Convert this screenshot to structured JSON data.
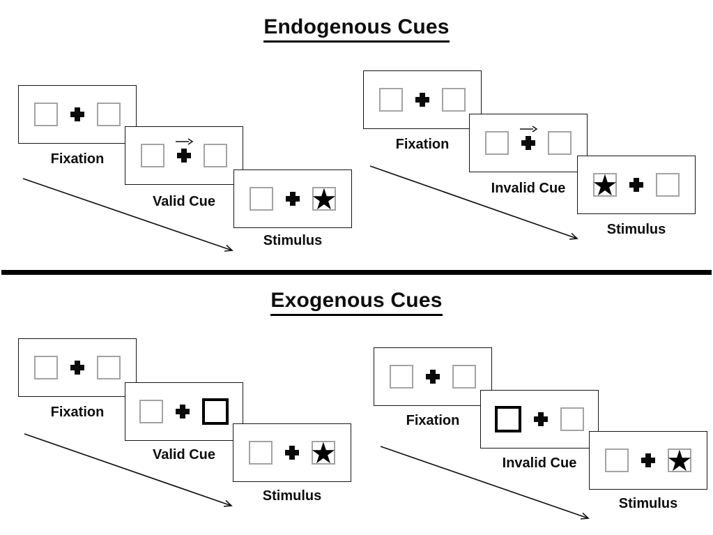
{
  "sections": [
    {
      "title": "Endogenous Cues",
      "panels": [
        {
          "name": "valid-trial",
          "cue_type": "central-arrow",
          "cue_arrow_direction": "right",
          "target_star_side": "right",
          "cards": [
            {
              "label": "Fixation"
            },
            {
              "label": "Valid Cue"
            },
            {
              "label": "Stimulus"
            }
          ]
        },
        {
          "name": "invalid-trial",
          "cue_type": "central-arrow",
          "cue_arrow_direction": "right",
          "target_star_side": "left",
          "cards": [
            {
              "label": "Fixation"
            },
            {
              "label": "Invalid Cue"
            },
            {
              "label": "Stimulus"
            }
          ]
        }
      ]
    },
    {
      "title": "Exogenous Cues",
      "panels": [
        {
          "name": "valid-trial",
          "cue_type": "peripheral-bold-box",
          "cued_box_side": "right",
          "target_star_side": "right",
          "cards": [
            {
              "label": "Fixation"
            },
            {
              "label": "Valid Cue"
            },
            {
              "label": "Stimulus"
            }
          ]
        },
        {
          "name": "invalid-trial",
          "cue_type": "peripheral-bold-box",
          "cued_box_side": "left",
          "target_star_side": "right",
          "cards": [
            {
              "label": "Fixation"
            },
            {
              "label": "Invalid Cue"
            },
            {
              "label": "Stimulus"
            }
          ]
        }
      ]
    }
  ],
  "icons": {
    "star": "★",
    "fixation_cross": "plus-cross",
    "cue_arrow": "thin-right-arrow",
    "sequence_arrow": "diagonal-down-right-arrow"
  },
  "colors": {
    "background": "#ffffff",
    "ink": "#000000",
    "card_border": "#141414",
    "placeholder_box_border": "#a3a3a3",
    "divider": "#000000"
  }
}
